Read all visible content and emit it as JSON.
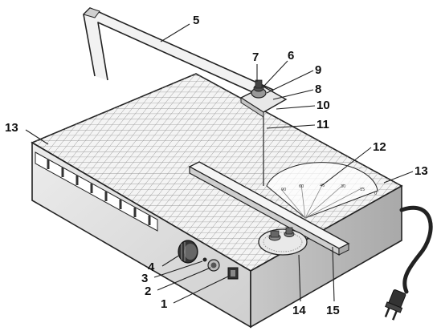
{
  "figure": {
    "subject": "hot-wire foam cutter table",
    "callouts": [
      {
        "id": "1",
        "label": "1"
      },
      {
        "id": "2",
        "label": "2"
      },
      {
        "id": "3",
        "label": "3"
      },
      {
        "id": "4",
        "label": "4"
      },
      {
        "id": "5",
        "label": "5"
      },
      {
        "id": "6",
        "label": "6"
      },
      {
        "id": "7",
        "label": "7"
      },
      {
        "id": "8",
        "label": "8"
      },
      {
        "id": "9",
        "label": "9"
      },
      {
        "id": "10",
        "label": "10"
      },
      {
        "id": "11",
        "label": "11"
      },
      {
        "id": "12",
        "label": "12"
      },
      {
        "id": "13a",
        "label": "13"
      },
      {
        "id": "13b",
        "label": "13"
      },
      {
        "id": "14",
        "label": "14"
      },
      {
        "id": "15",
        "label": "15"
      }
    ],
    "protractor_marks": [
      "90",
      "60",
      "45",
      "30",
      "15",
      "0"
    ],
    "colors": {
      "line": "#222222",
      "body": "#e6e6e6",
      "body_dark": "#bdbdbd",
      "grid": "#8a8a8a",
      "table": "#f4f4f4"
    }
  }
}
